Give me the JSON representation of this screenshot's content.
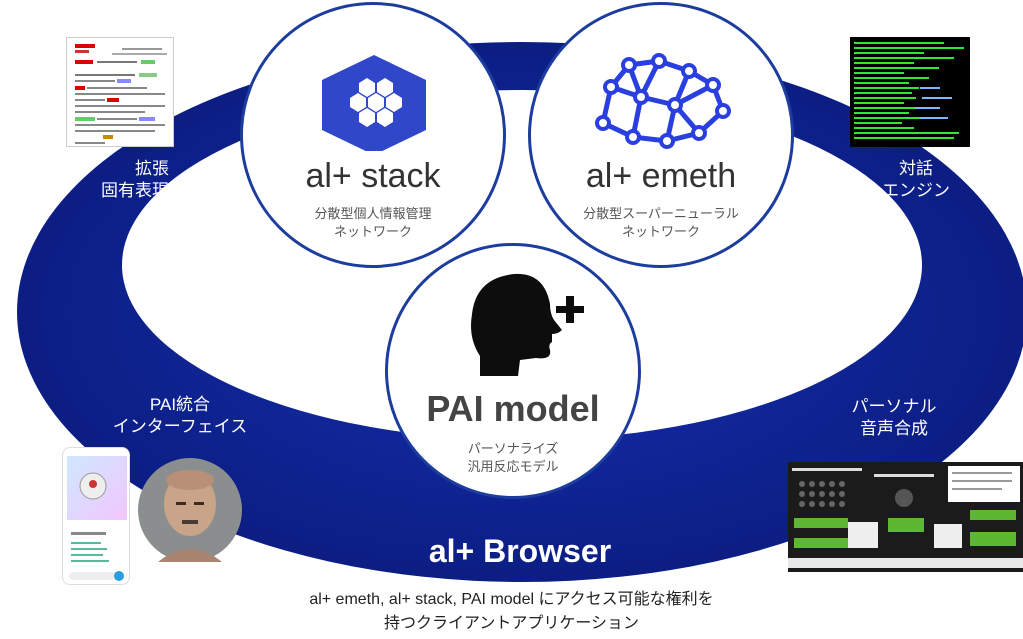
{
  "diagram": {
    "colors": {
      "ring": "#0f1f8a",
      "ring_dark": "#081566",
      "circle_border": "#1d3d9e",
      "stack_hex": "#2f47c8",
      "emeth_net": "#2a3fe0",
      "white": "#ffffff"
    },
    "nodes": {
      "stack": {
        "title": "al+ stack",
        "subtitle_1": "分散型個人情報管理",
        "subtitle_2": "ネットワーク",
        "icon": "hexagon-cluster-icon"
      },
      "emeth": {
        "title": "al+ emeth",
        "subtitle_1": "分散型スーパーニューラル",
        "subtitle_2": "ネットワーク",
        "icon": "neural-network-icon"
      },
      "pai": {
        "title": "PAI model",
        "subtitle_1": "パーソナライズ",
        "subtitle_2": "汎用反応モデル",
        "icon": "head-plus-icon"
      }
    },
    "ring_labels": {
      "ner": {
        "line1": "拡張",
        "line2": "固有表現抽出"
      },
      "dialog": {
        "line1": "対話",
        "line2": "エンジン"
      },
      "pai_ui": {
        "line1": "PAI統合",
        "line2": "インターフェイス"
      },
      "voice": {
        "line1": "パーソナル",
        "line2": "音声合成"
      }
    },
    "browser_label": "al+ Browser",
    "caption": {
      "line1": "al+ emeth, al+ stack, PAI model にアクセス可能な権利を",
      "line2": "持つクライアントアプリケーション"
    }
  }
}
